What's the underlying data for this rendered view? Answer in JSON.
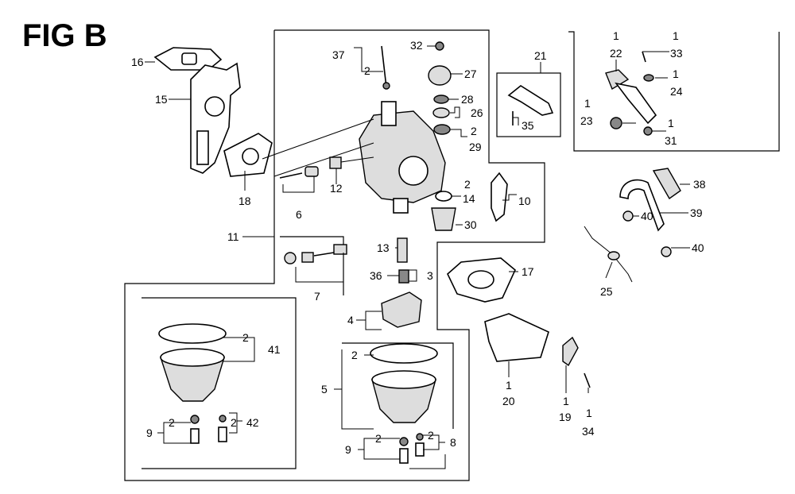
{
  "figure": {
    "title": "FIG B",
    "callouts": {
      "c16": "16",
      "c15": "15",
      "c18": "18",
      "c11": "11",
      "c6": "6",
      "c12": "12",
      "c7": "7",
      "c37": "37",
      "c37q": "2",
      "c32": "32",
      "c27": "27",
      "c28": "28",
      "c26": "26",
      "c29q": "2",
      "c29": "29",
      "c14q": "2",
      "c14": "14",
      "c10": "10",
      "c30": "30",
      "c21": "21",
      "c35": "35",
      "c22q": "1",
      "c22": "22",
      "c33q": "1",
      "c33": "33",
      "c24q": "1",
      "c24": "24",
      "c23q": "1",
      "c23": "23",
      "c31q": "1",
      "c31": "31",
      "c38": "38",
      "c39": "39",
      "c40a": "40",
      "c40b": "40",
      "c25": "25",
      "c17": "17",
      "c13": "13",
      "c36": "36",
      "c3": "3",
      "c4": "4",
      "c41q": "2",
      "c41": "41",
      "c9aq": "2",
      "c9a": "9",
      "c42q": "2",
      "c42": "42",
      "c5q": "2",
      "c5": "5",
      "c9bq": "2",
      "c9b": "9",
      "c8q": "2",
      "c8": "8",
      "c20q": "1",
      "c20": "20",
      "c19q": "1",
      "c19": "19",
      "c34q": "1",
      "c34": "34"
    }
  }
}
